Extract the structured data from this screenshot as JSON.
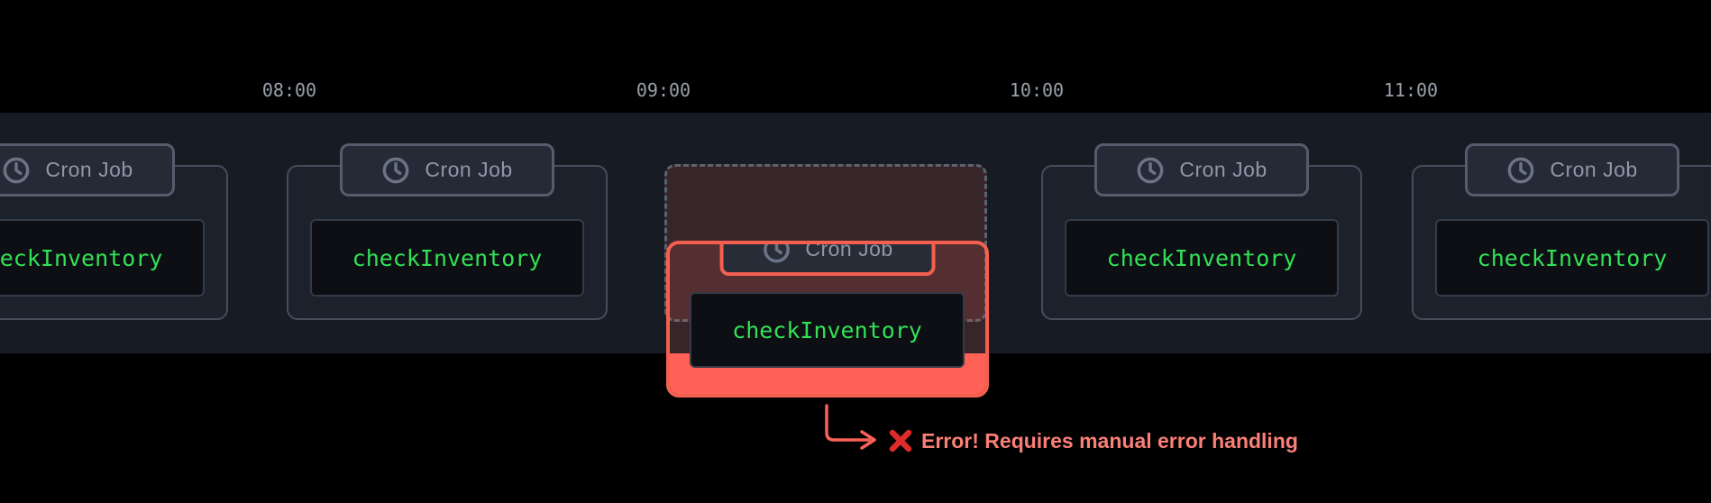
{
  "timeline": {
    "time_labels": [
      "08:00",
      "09:00",
      "10:00",
      "11:00"
    ],
    "cards": [
      {
        "badge_label": "Cron Job",
        "code": "checkInventory",
        "state": "normal"
      },
      {
        "badge_label": "Cron Job",
        "code": "checkInventory",
        "state": "normal"
      },
      {
        "badge_label": "Cron Job",
        "code": "checkInventory",
        "state": "error"
      },
      {
        "badge_label": "Cron Job",
        "code": "checkInventory",
        "state": "normal"
      },
      {
        "badge_label": "Cron Job",
        "code": "checkInventory",
        "state": "normal"
      }
    ]
  },
  "error_annotation": {
    "icon": "cross-mark",
    "message": "Error! Requires manual error handling"
  },
  "colors": {
    "band": "#171b23",
    "card-bg": "#1c212b",
    "card-border": "#454d5c",
    "badge-bg": "#252a36",
    "badge-border": "#545c6e",
    "badge-text": "#8f97a8",
    "icon-gray": "#6b7487",
    "code-bg": "#0d0f14",
    "code-border": "#343b48",
    "code-green": "#32e156",
    "time-label": "#9aa1ab",
    "ghost-border": "#5b6270",
    "salmon": "#f4604f",
    "salmon-fill": "#ff6156",
    "error-tint": "rgba(249,98,90,0.15)",
    "error-badge-bg": "#272c37",
    "error-text": "#fa7f77",
    "cross-red": "#de2b2b"
  }
}
